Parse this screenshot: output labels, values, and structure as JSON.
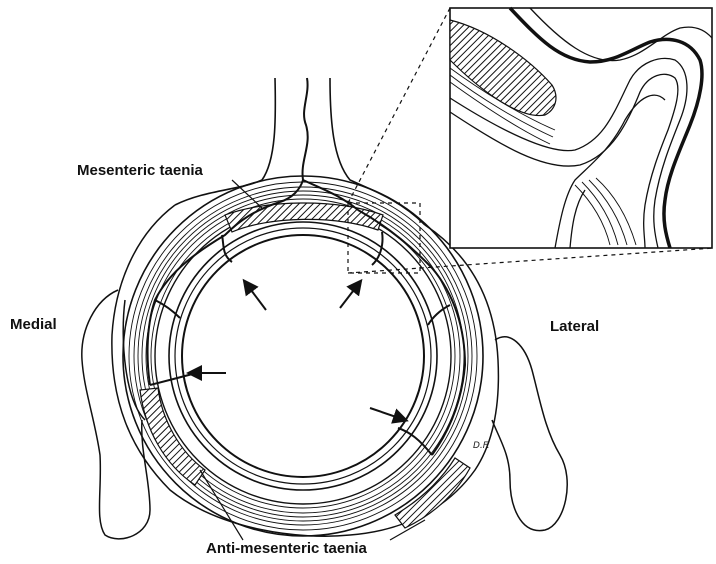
{
  "labels": {
    "mesenteric": "Mesenteric taenia",
    "medial": "Medial",
    "lateral": "Lateral",
    "anti_mesenteric": "Anti-mesenteric taenia",
    "signature": "D.F."
  }
}
